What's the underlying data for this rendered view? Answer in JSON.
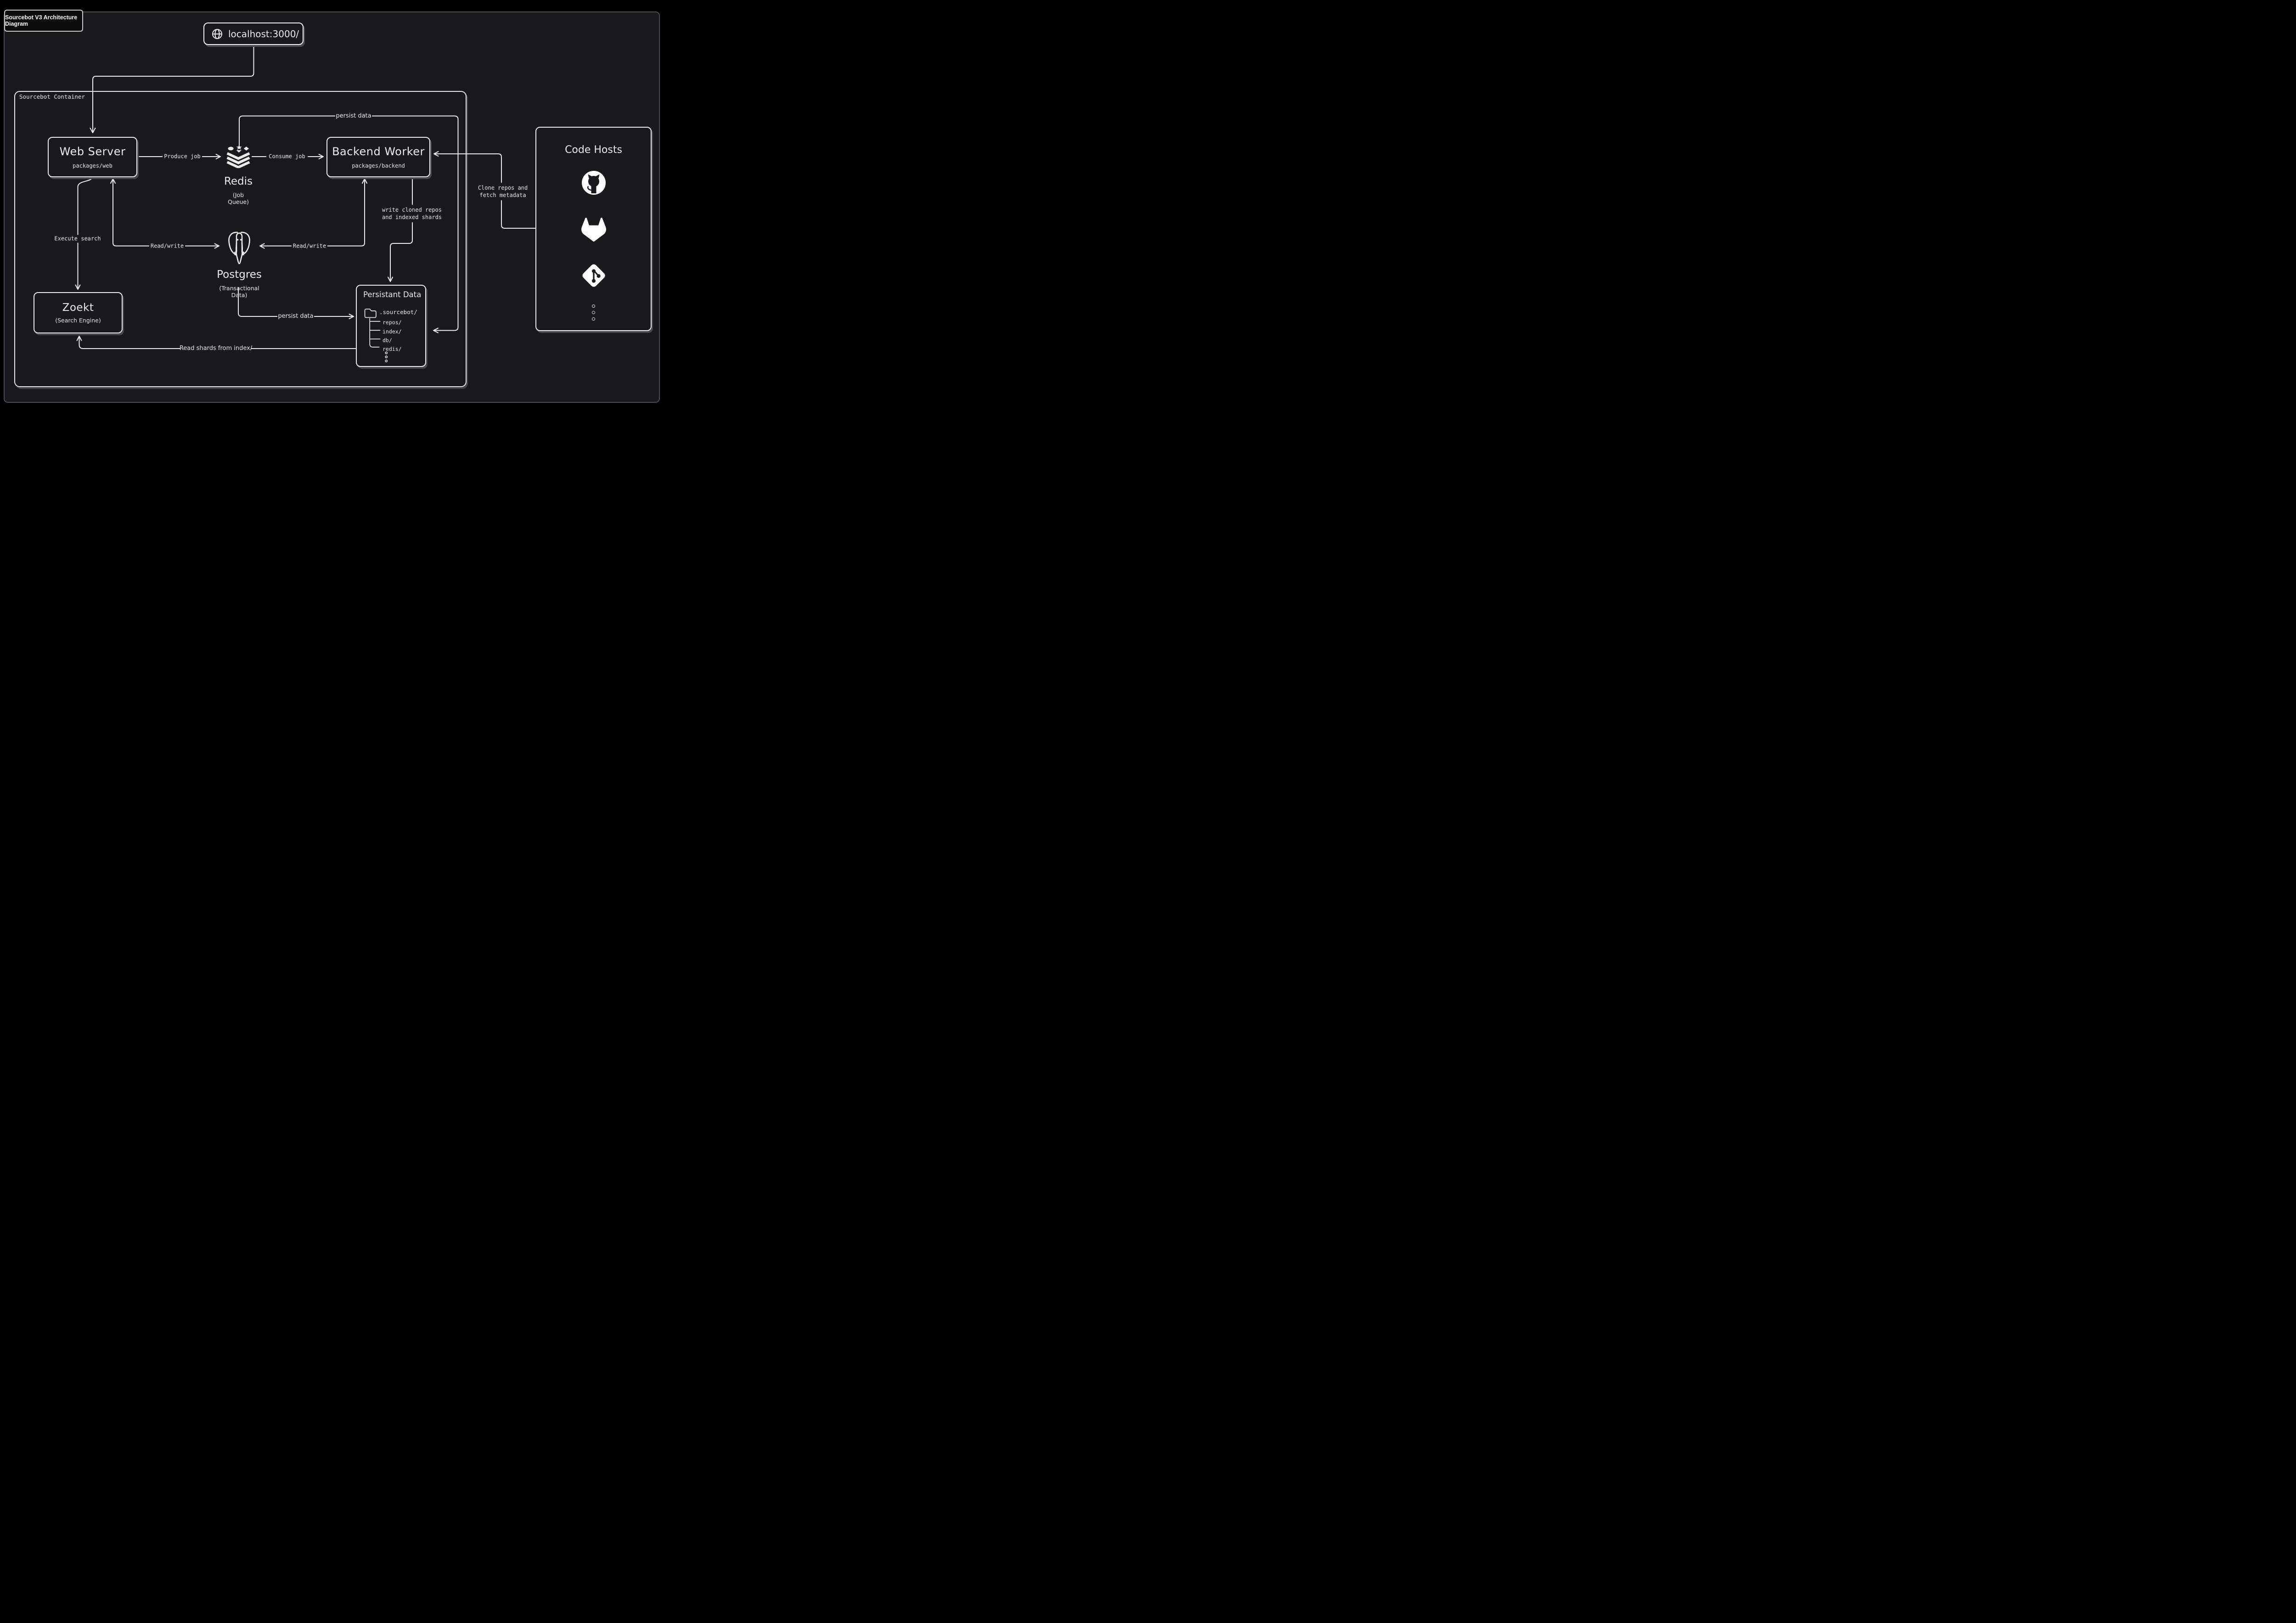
{
  "badge": {
    "title": "Sourcebot V3 Architecture Diagram"
  },
  "browser": {
    "url": "localhost:3000/",
    "icon": "globe-icon"
  },
  "container": {
    "label": "Sourcebot Container"
  },
  "nodes": {
    "web_server": {
      "title": "Web Server",
      "subtitle": "packages/web"
    },
    "backend_worker": {
      "title": "Backend Worker",
      "subtitle": "packages/backend"
    },
    "redis": {
      "title": "Redis",
      "subtitle": "(Job Queue)",
      "icon": "redis-icon"
    },
    "postgres": {
      "title": "Postgres",
      "subtitle": "(Transactional Data)",
      "icon": "postgres-icon"
    },
    "zoekt": {
      "title": "Zoekt",
      "subtitle": "(Search Engine)"
    },
    "code_hosts": {
      "title": "Code Hosts",
      "icons": [
        "github-icon",
        "gitlab-icon",
        "git-icon",
        "ellipsis-icon"
      ]
    },
    "persistent_data": {
      "title": "Persistant Data",
      "root_icon": "folder-icon",
      "root": ".sourcebot/",
      "tree": [
        "repos/",
        "index/",
        "db/",
        "redis/"
      ]
    }
  },
  "edges": {
    "produce_job": "Produce job",
    "consume_job": "Consume job",
    "persist_data_top": "persist data",
    "persist_data_bottom": "persist data",
    "read_write_left": "Read/write",
    "read_write_right": "Read/write",
    "execute_search": "Execute search",
    "clone_repos_line1": "Clone repos and",
    "clone_repos_line2": "fetch metadata",
    "write_cloned_line1": "write cloned repos",
    "write_cloned_line2": "and indexed shards",
    "read_shards": "Read shards from index/"
  },
  "colors": {
    "page_bg": "#000000",
    "canvas_bg": "#19191b",
    "stroke": "#ececec",
    "frame_border": "#474c55",
    "shadow": "#45464a"
  }
}
